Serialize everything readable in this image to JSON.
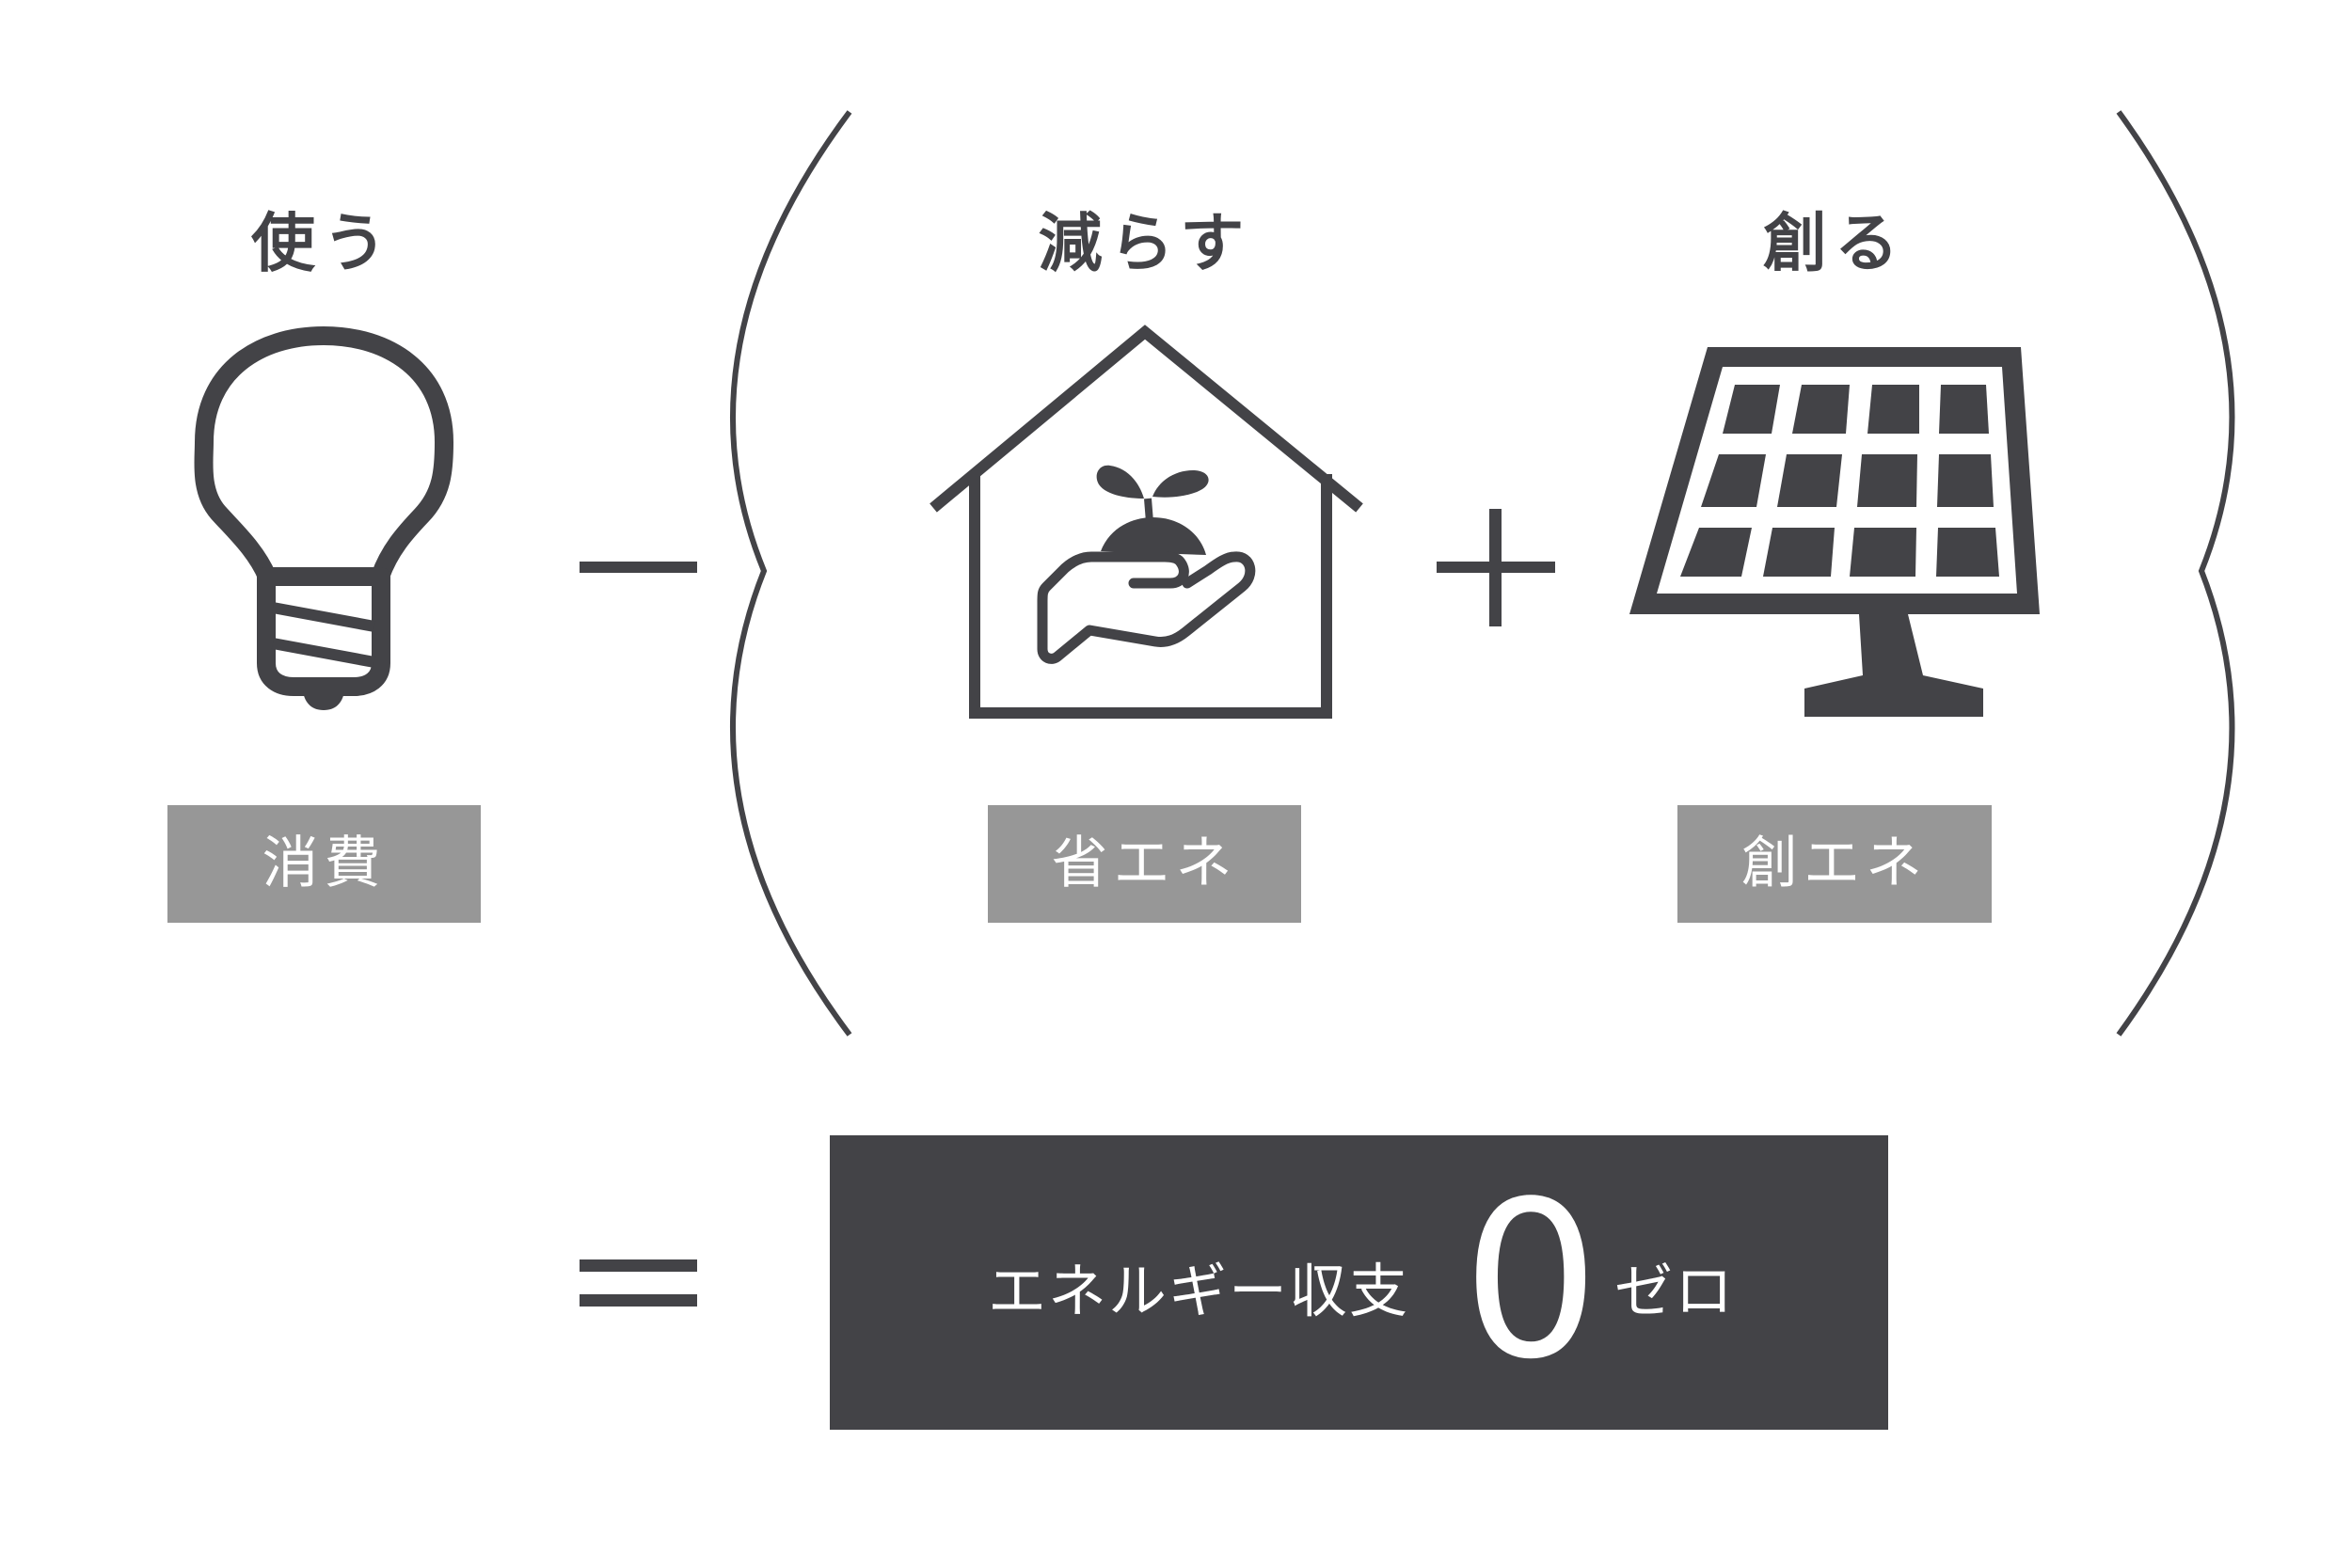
{
  "diagram": {
    "title": "ZEH energy balance equation",
    "colors": {
      "icon": "#434347",
      "label_box": "#979797",
      "label_text": "#ffffff",
      "result_box": "#434347",
      "result_text": "#ffffff",
      "background": "#ffffff"
    },
    "terms": [
      {
        "heading": "使う",
        "icon": "lightbulb-icon",
        "label": "消費"
      },
      {
        "heading": "減らす",
        "icon": "house-with-hand-sprout-icon",
        "label": "省エネ"
      },
      {
        "heading": "創る",
        "icon": "solar-panel-icon",
        "label": "創エネ"
      }
    ],
    "operators": {
      "minus": "−",
      "plus": "+",
      "equals": "=",
      "open_paren": "(",
      "close_paren": ")"
    },
    "result": {
      "prefix": "エネルギー収支",
      "value": "0",
      "suffix": "ゼロ"
    }
  }
}
